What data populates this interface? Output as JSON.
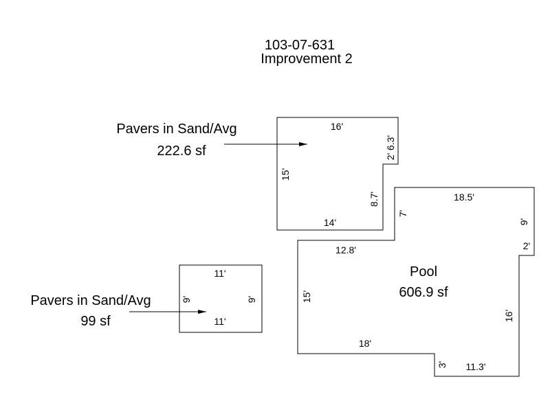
{
  "title": {
    "parcel_id": "103-07-631",
    "subtitle": "Improvement 2"
  },
  "colors": {
    "line": "#000000",
    "background": "#ffffff"
  },
  "areas": [
    {
      "id": "pavers-upper",
      "label": "Pavers in Sand/Avg",
      "area": "222.6 sf",
      "dimensions": {
        "top": "16'",
        "left": "15'",
        "bottom": "14'",
        "right_lower": "8.7'",
        "notch_step": "2'",
        "right_upper": "6.3'"
      }
    },
    {
      "id": "pool",
      "label": "Pool",
      "area": "606.9 sf",
      "dimensions": {
        "top": "18.5'",
        "left_upper": "7'",
        "upper_step": "12.8'",
        "left": "15'",
        "bottom": "18'",
        "bottom_step": "3'",
        "bottom_right": "11.3'",
        "right_lower": "16'",
        "right_step": "2'",
        "right_upper": "9'"
      }
    },
    {
      "id": "pavers-lower",
      "label": "Pavers in Sand/Avg",
      "area": "99 sf",
      "dimensions": {
        "top": "11'",
        "bottom": "11'",
        "left": "9'",
        "right": "9'"
      }
    }
  ]
}
